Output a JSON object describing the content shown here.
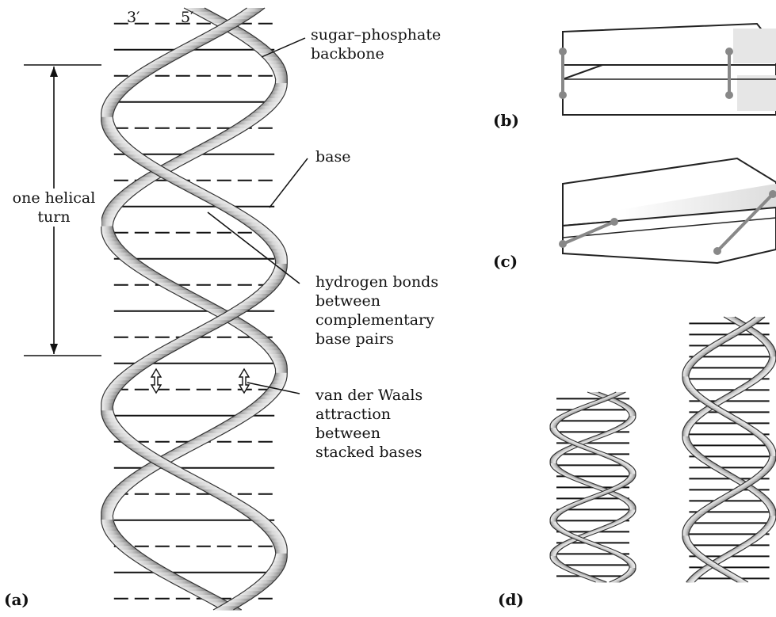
{
  "panels": {
    "a": "(a)",
    "b": "(b)",
    "c": "(c)",
    "d": "(d)"
  },
  "ends": {
    "three_prime": "3′",
    "five_prime": "5′"
  },
  "labels": {
    "backbone": "sugar–phosphate\nbackbone",
    "base": "base",
    "hydrogen_bonds": "hydrogen bonds\nbetween\ncomplementary\nbase pairs",
    "van_der_waals": "van der Waals\nattraction\nbetween\nstacked bases",
    "helical_turn": "one helical\nturn"
  },
  "colors": {
    "ink": "#111111",
    "ribbon_light": "#f4f4f4",
    "ribbon_dark": "#8a8a8a",
    "slab_shade": "#dcdcdc",
    "pivot": "#888888"
  }
}
